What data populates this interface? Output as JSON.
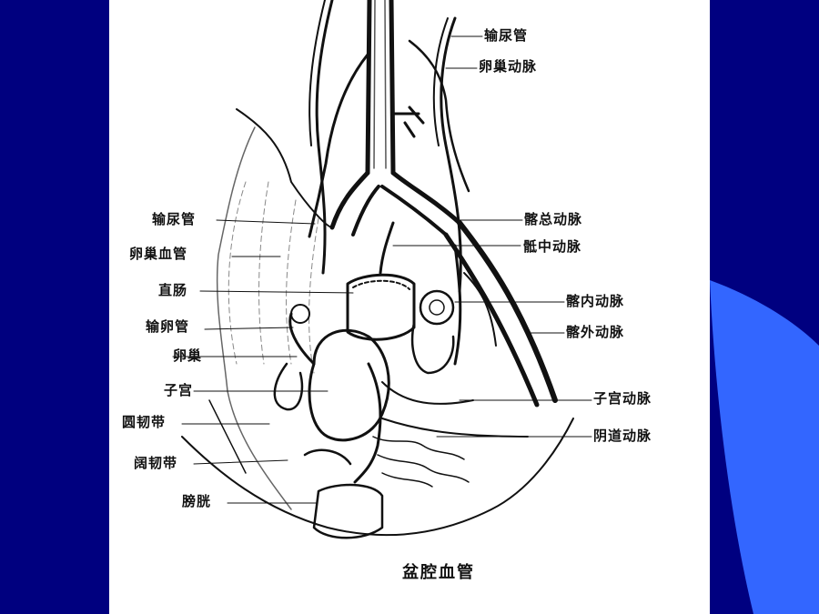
{
  "slide": {
    "background_color": "#000080",
    "side_accent_color": "#3366ff"
  },
  "figure": {
    "caption": "盆腔血管",
    "labels_left": [
      {
        "id": "ureter-left",
        "text": "输尿管"
      },
      {
        "id": "ovarian-vessel",
        "text": "卵巢血管"
      },
      {
        "id": "rectum",
        "text": "直肠"
      },
      {
        "id": "fallopian-tube",
        "text": "输卵管"
      },
      {
        "id": "ovary",
        "text": "卵巢"
      },
      {
        "id": "uterus",
        "text": "子宫"
      },
      {
        "id": "round-ligament",
        "text": "圆韧带"
      },
      {
        "id": "broad-ligament",
        "text": "阔韧带"
      },
      {
        "id": "bladder",
        "text": "膀胱"
      }
    ],
    "labels_right": [
      {
        "id": "ureter-right",
        "text": "输尿管"
      },
      {
        "id": "ovarian-artery",
        "text": "卵巢动脉"
      },
      {
        "id": "common-iliac-artery",
        "text": "髂总动脉"
      },
      {
        "id": "median-sacral-artery",
        "text": "骶中动脉"
      },
      {
        "id": "internal-iliac-artery",
        "text": "髂内动脉"
      },
      {
        "id": "external-iliac-artery",
        "text": "髂外动脉"
      },
      {
        "id": "uterine-artery",
        "text": "子宫动脉"
      },
      {
        "id": "vaginal-artery",
        "text": "阴道动脉"
      }
    ]
  }
}
